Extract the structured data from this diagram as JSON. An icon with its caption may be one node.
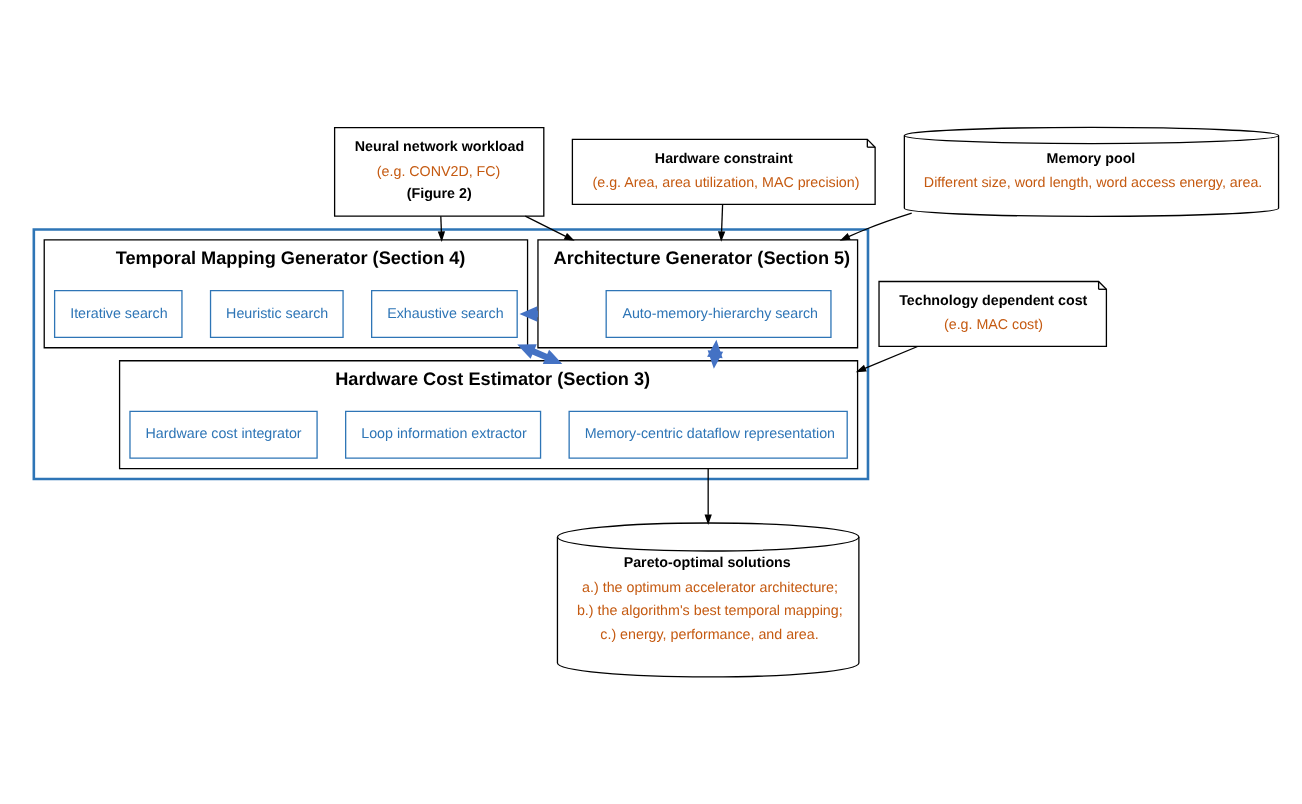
{
  "diagram": {
    "nodes": [
      {
        "text": [
          "Neural network workload",
          "(e.g. CONV2D, FC)",
          "(Figure 2)"
        ]
      },
      {
        "text": [
          "Hardware constraint",
          "(e.g. Area, area utilization, MAC precision)"
        ]
      },
      {
        "text": [
          "Memory pool",
          "Different size, word length, word access energy, area."
        ]
      },
      {
        "text": [
          "Technology dependent cost",
          "(e.g. MAC cost)"
        ]
      },
      {
        "text": [],
        "shape": "box"
      },
      {
        "text": [
          "Architecture Generator (Section 5)"
        ],
        "in": 4
      },
      {
        "text": [
          "Auto-memory-hierarchy search"
        ],
        "in": 5
      },
      {
        "text": [
          "Temporal Mapping Generator (Section 4)"
        ],
        "in": 4
      },
      {
        "text": [
          "Exhaustive search"
        ],
        "in": 7
      },
      {
        "text": [
          "Heuristic search"
        ],
        "in": 7
      },
      {
        "text": [
          "Iterative search"
        ],
        "in": 7
      },
      {
        "text": [
          "Hardware Cost Estimator (Section 3)"
        ],
        "in": 4
      },
      {
        "text": [
          "Memory-centric dataflow representation"
        ],
        "in": 11
      },
      {
        "text": [
          "Loop information extractor"
        ],
        "in": 11
      },
      {
        "text": [
          "Hardware cost integrator"
        ],
        "in": 11
      },
      {
        "text": [
          "Pareto-optimal solutions",
          "a.) the optimum accelerator architecture;",
          "b.) the algorithm's best temporal mapping;",
          "c.) energy, performance, and area."
        ]
      }
    ],
    "edges": [
      {
        "from": 0,
        "to": 5,
        "arrow": "to"
      },
      {
        "from": 0,
        "to": 7,
        "arrow": "to"
      },
      {
        "from": 1,
        "to": 5,
        "arrow": "to"
      },
      {
        "from": 2,
        "to": 5,
        "arrow": "to"
      },
      {
        "from": 3,
        "to": 11,
        "arrow": "to"
      },
      {
        "from": 5,
        "to": 7,
        "arrow": "to",
        "style": "thick",
        "color": "#4472c4"
      },
      {
        "from": 5,
        "to": 11,
        "arrow": "both",
        "style": "thick",
        "color": "#4472c4"
      },
      {
        "from": 7,
        "to": 11,
        "arrow": "both",
        "style": "thick",
        "color": "#4472c4"
      },
      {
        "from": 11,
        "to": 15,
        "arrow": "to"
      }
    ]
  }
}
